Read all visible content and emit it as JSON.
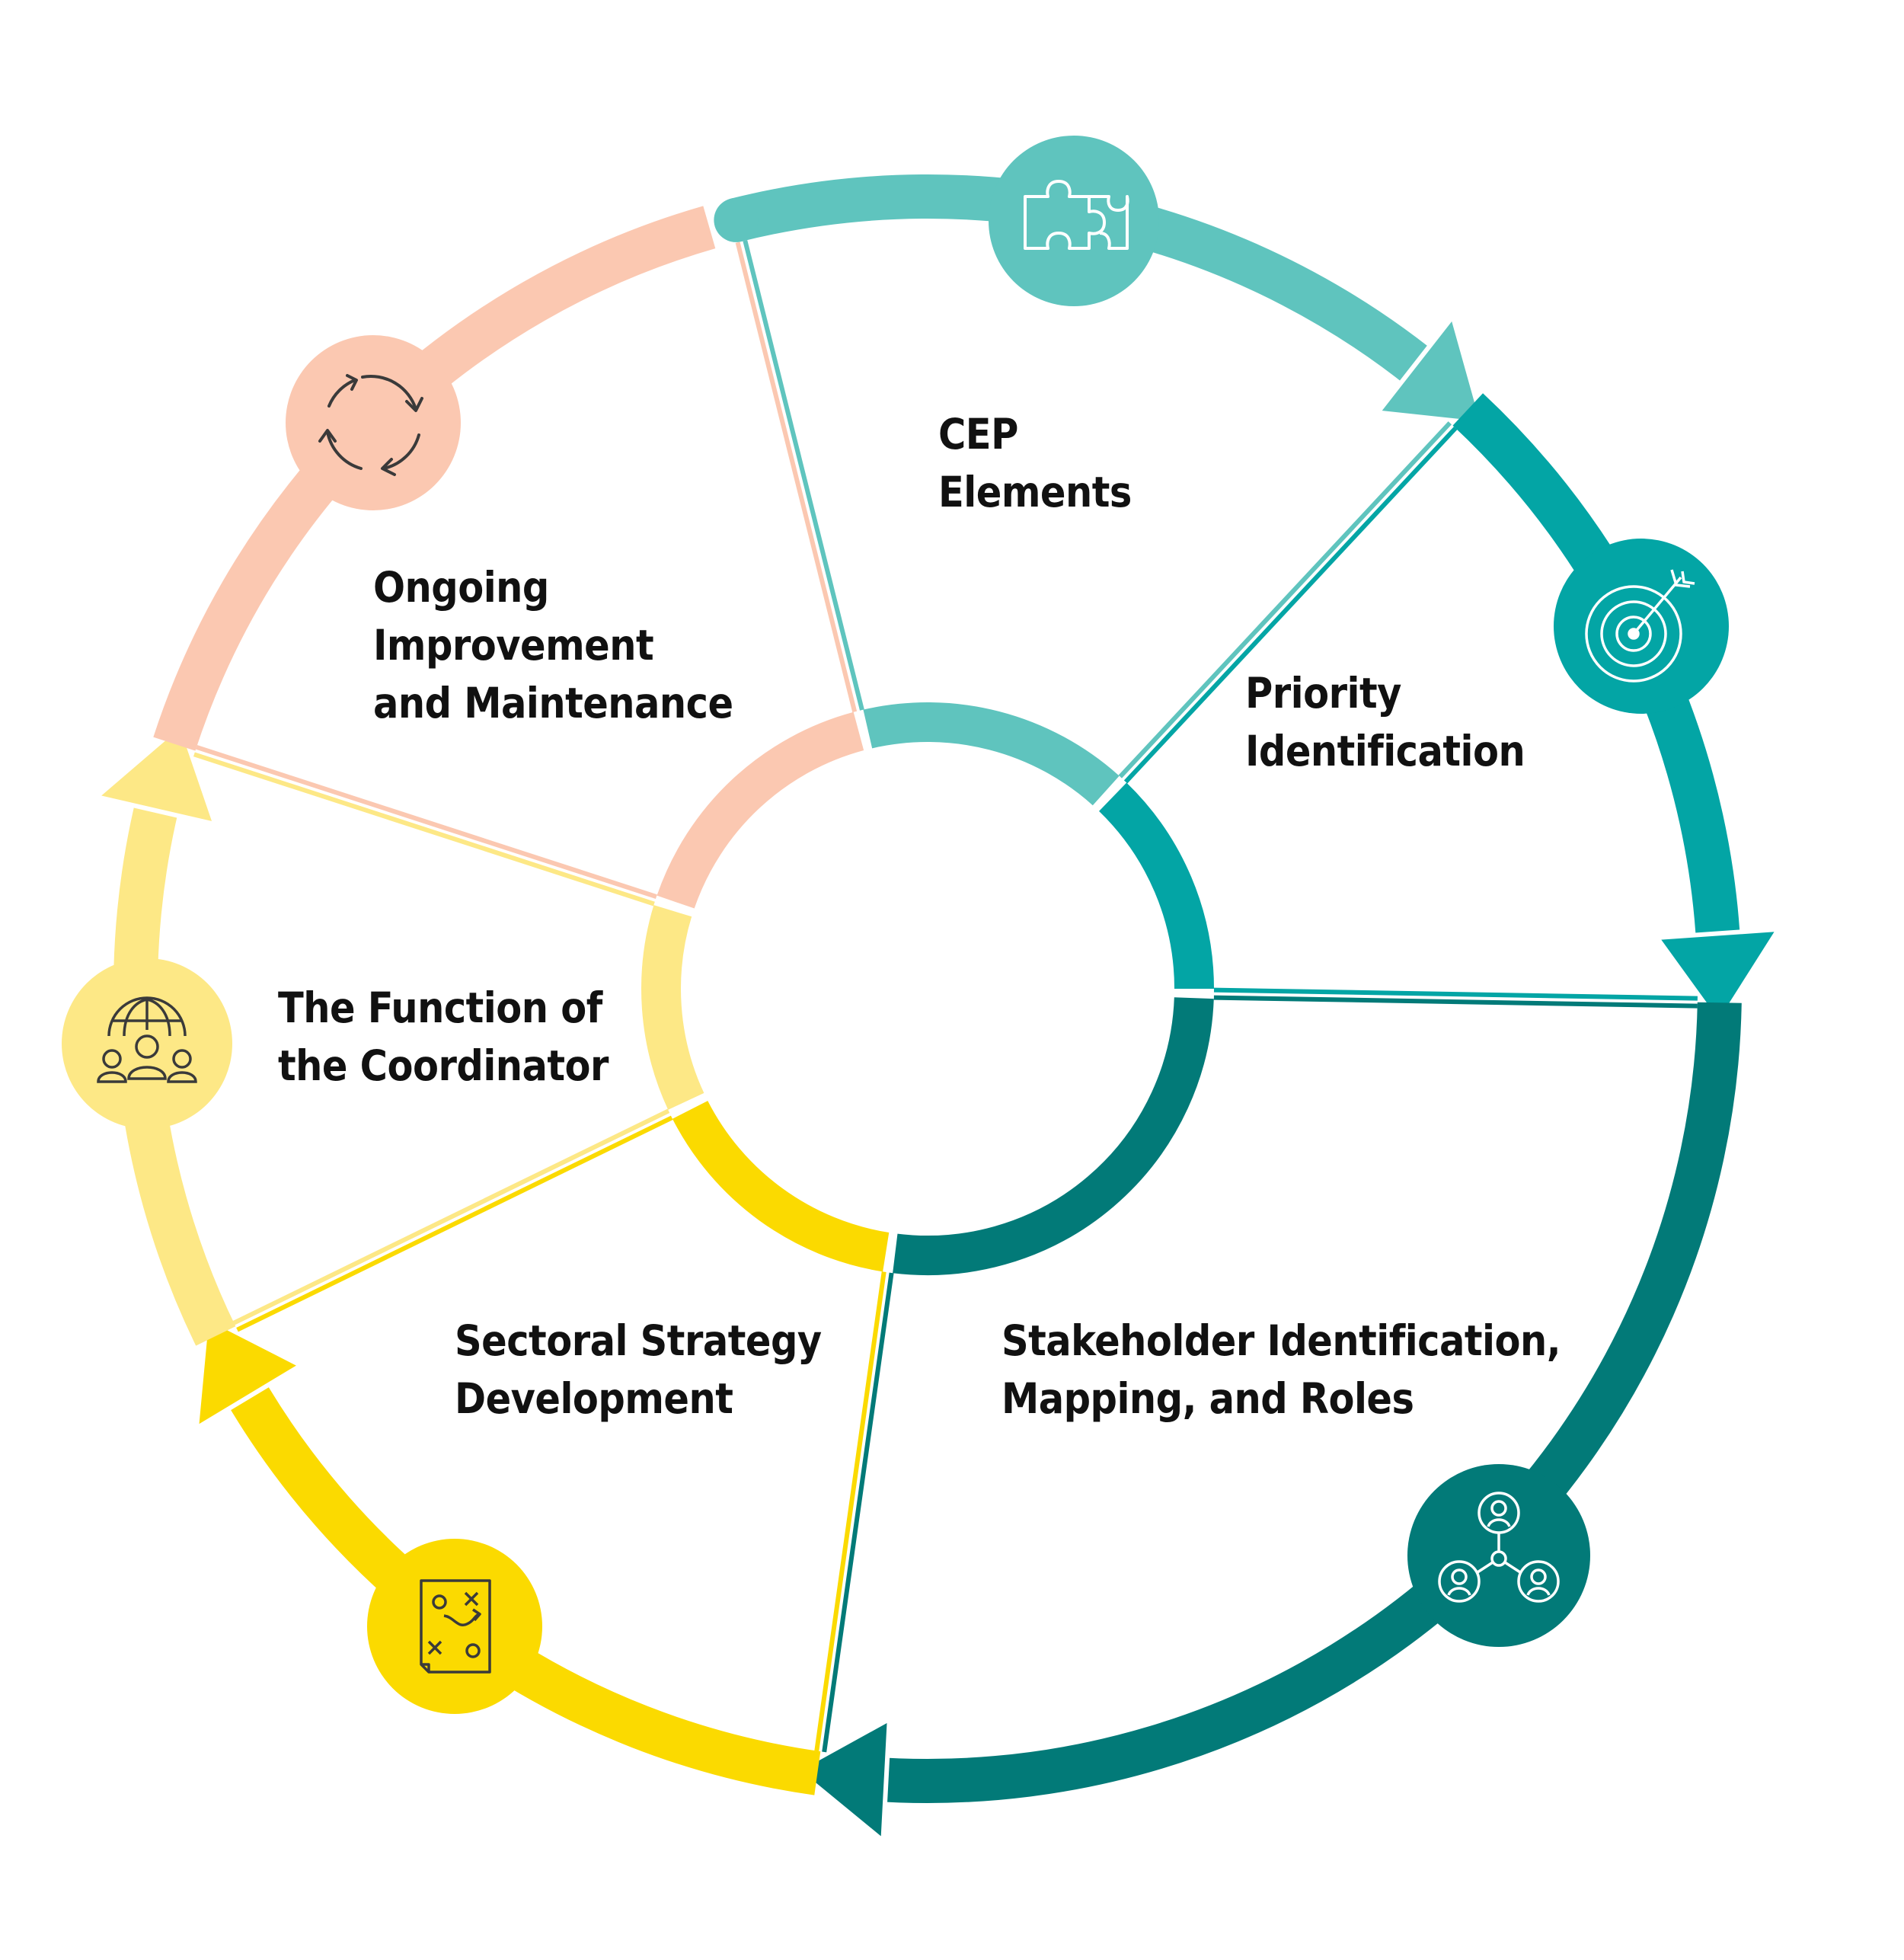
{
  "diagram": {
    "type": "cycle",
    "colors": {
      "cep": "#5fc4be",
      "priority": "#03a5a5",
      "stakeholder": "#027a78",
      "sectoral": "#fbda00",
      "coordinator": "#fde886",
      "ongoing": "#fbc8b1"
    },
    "steps": [
      {
        "key": "cep",
        "icon": "puzzle-icon",
        "color": "#5fc4be",
        "lines": [
          "CEP",
          "Elements"
        ]
      },
      {
        "key": "priority",
        "icon": "target-icon",
        "color": "#03a5a5",
        "lines": [
          "Priority",
          "Identification"
        ]
      },
      {
        "key": "stakeholder",
        "icon": "network-people-icon",
        "color": "#027a78",
        "lines": [
          "Stakeholder Identification,",
          "Mapping, and Roles"
        ]
      },
      {
        "key": "sectoral",
        "icon": "strategy-plan-icon",
        "color": "#fbda00",
        "lines": [
          "Sectoral Strategy",
          "Development"
        ]
      },
      {
        "key": "coordinator",
        "icon": "global-team-icon",
        "color": "#fde886",
        "lines": [
          "The Function of",
          "the Coordinator"
        ]
      },
      {
        "key": "ongoing",
        "icon": "cycle-arrows-icon",
        "color": "#fbc8b1",
        "lines": [
          "Ongoing",
          "Improvement",
          "and Maintenance"
        ]
      }
    ]
  }
}
